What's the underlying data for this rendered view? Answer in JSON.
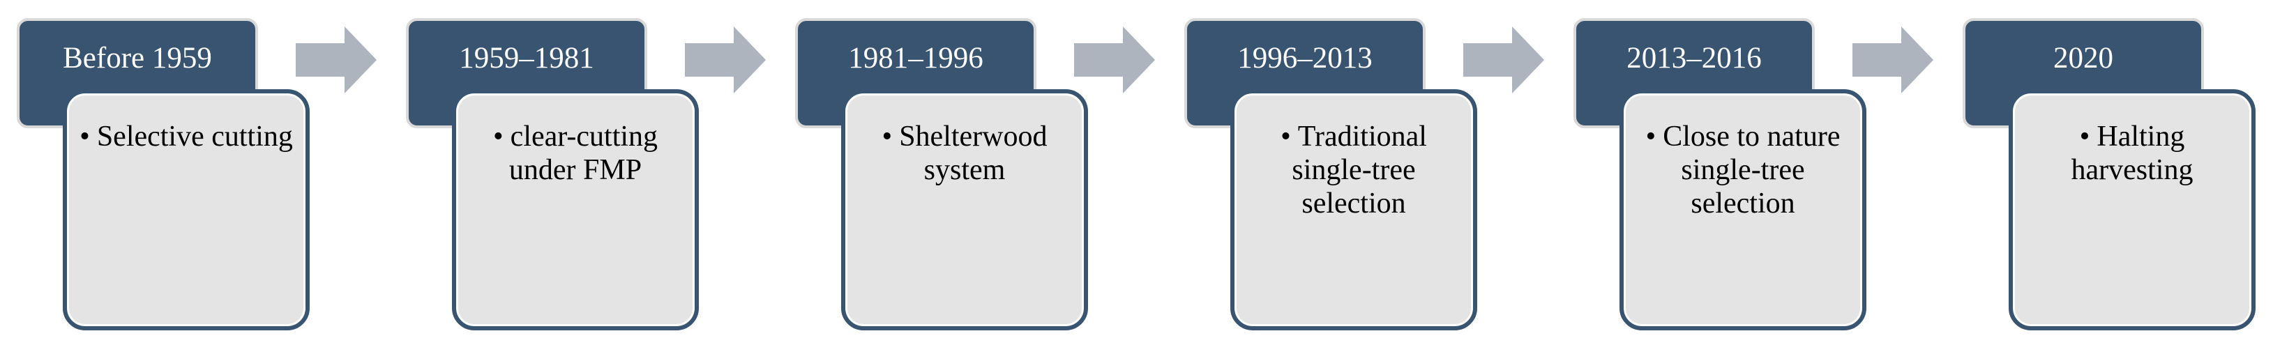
{
  "diagram": {
    "steps": [
      {
        "period": "Before 1959",
        "items": [
          "Selective cutting"
        ]
      },
      {
        "period": "1959–1981",
        "items": [
          "clear-cutting under FMP"
        ]
      },
      {
        "period": "1981–1996",
        "items": [
          "Shelterwood system"
        ]
      },
      {
        "period": "1996–2013",
        "items": [
          "Traditional single-tree selection"
        ]
      },
      {
        "period": "2013–2016",
        "items": [
          "Close to nature single-tree selection"
        ]
      },
      {
        "period": "2020",
        "items": [
          "Halting harvesting"
        ]
      }
    ],
    "colors": {
      "header_fill": "#385471",
      "card_fill": "#e4e4e4",
      "card_border": "#385471",
      "arrow_fill": "#aeb4bd",
      "header_text": "#ffffff",
      "body_text": "#000000"
    },
    "bullet_glyph": "•",
    "arrow_icon": "right-chevron-arrow-icon"
  }
}
